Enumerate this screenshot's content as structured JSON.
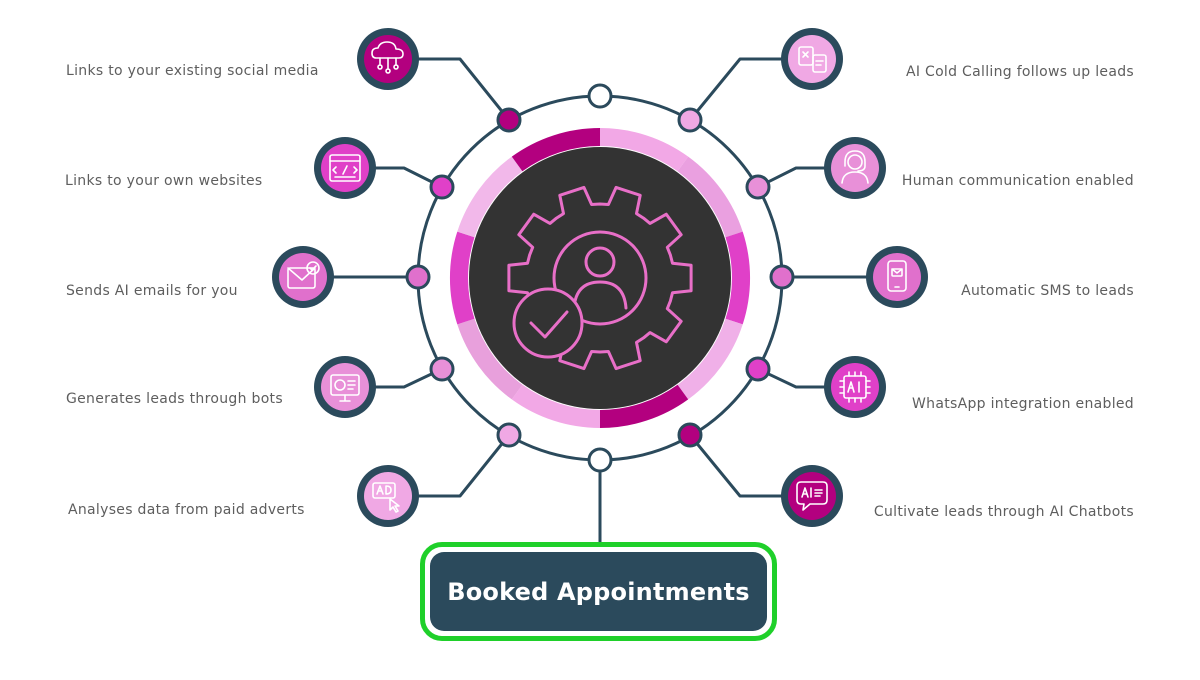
{
  "center_label": "Booked Appointments",
  "colors": {
    "node_border": "#2b4a5c",
    "magenta_dark": "#b3007f",
    "magenta": "#e040c8",
    "pink_light": "#f2a8e6",
    "gear_bg": "#333333",
    "gear_stroke": "#e86fc8",
    "box_border": "#1fd02a"
  },
  "features": [
    {
      "side": "left",
      "label": "Links to your existing social media",
      "icon": "cloud-network-icon"
    },
    {
      "side": "left",
      "label": "Links to your own websites",
      "icon": "code-window-icon"
    },
    {
      "side": "left",
      "label": "Sends AI emails for you",
      "icon": "email-check-icon"
    },
    {
      "side": "left",
      "label": "Generates leads through bots",
      "icon": "bot-monitor-icon"
    },
    {
      "side": "left",
      "label": "Analyses data from paid adverts",
      "icon": "ad-click-icon"
    },
    {
      "side": "right",
      "label": "AI Cold Calling follows up leads",
      "icon": "phone-call-icon"
    },
    {
      "side": "right",
      "label": "Human communication enabled",
      "icon": "headset-agent-icon"
    },
    {
      "side": "right",
      "label": "Automatic SMS to leads",
      "icon": "sms-phone-icon"
    },
    {
      "side": "right",
      "label": "WhatsApp integration enabled",
      "icon": "ai-chip-icon"
    },
    {
      "side": "right",
      "label": "Cultivate leads through AI Chatbots",
      "icon": "ai-chat-bubble-icon"
    }
  ]
}
